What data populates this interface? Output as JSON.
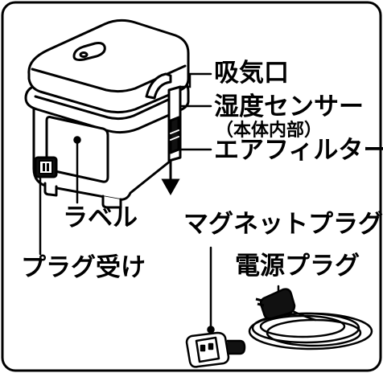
{
  "labels": {
    "intake": "吸気口",
    "humidity_sensor": "湿度センサー",
    "humidity_sensor_note": "（本体内部）",
    "air_filter": "エアフィルター",
    "label_sticker": "ラベル",
    "plug_socket": "プラグ受け",
    "magnet_plug": "マグネットプラグ",
    "power_plug": "電源プラグ"
  }
}
